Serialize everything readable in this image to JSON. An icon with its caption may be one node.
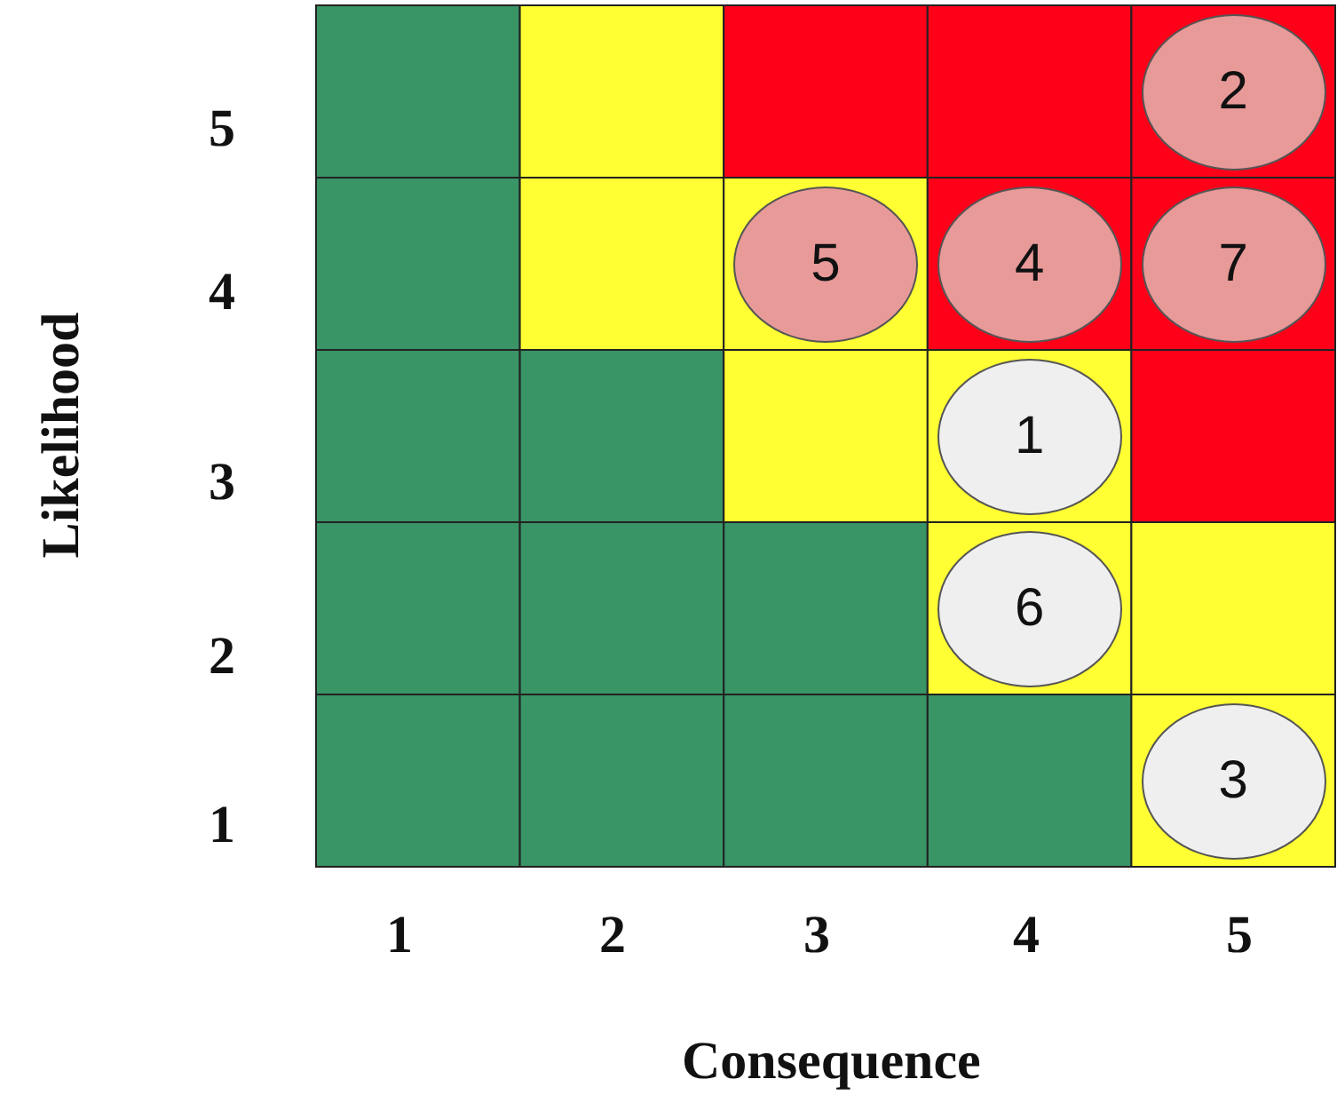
{
  "diagram": {
    "nodes": [
      {
        "text": [
          "2"
        ]
      },
      {
        "text": [
          "5"
        ]
      },
      {
        "text": [
          "4"
        ]
      },
      {
        "text": [
          "7"
        ]
      },
      {
        "text": [
          "1"
        ]
      },
      {
        "text": [
          "6"
        ]
      },
      {
        "text": [
          "3"
        ]
      }
    ],
    "labels": [
      "5",
      "4",
      "Likelihood",
      "3",
      "2",
      "1",
      "1",
      "2",
      "3",
      "4",
      "5",
      "Consequence"
    ]
  }
}
